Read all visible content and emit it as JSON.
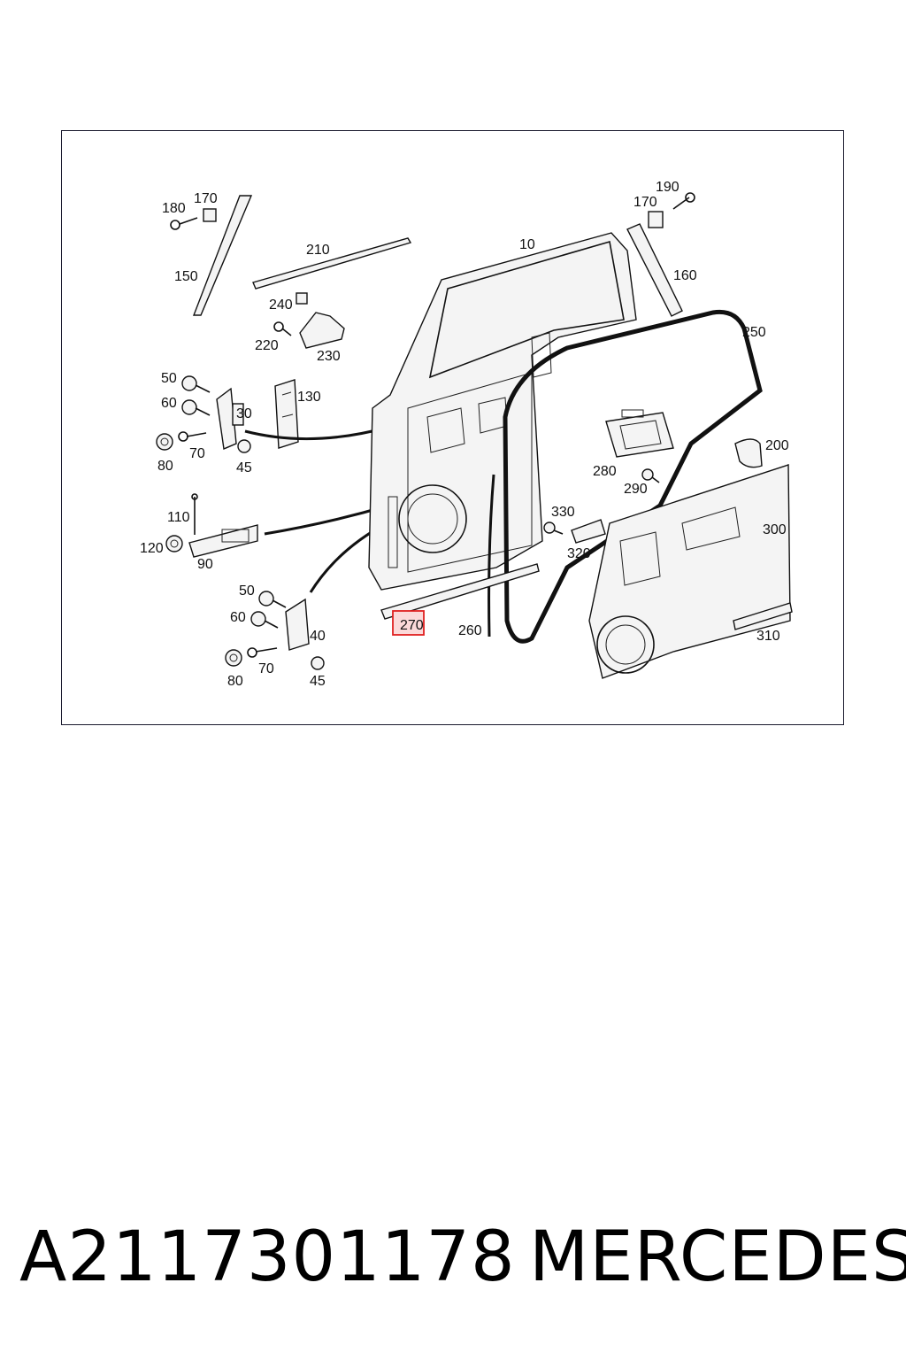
{
  "diagram": {
    "callouts": {
      "c10": "10",
      "c30": "30",
      "c40": "40",
      "c45a": "45",
      "c45b": "45",
      "c50a": "50",
      "c50b": "50",
      "c60a": "60",
      "c60b": "60",
      "c70a": "70",
      "c70b": "70",
      "c80a": "80",
      "c80b": "80",
      "c90": "90",
      "c110": "110",
      "c120": "120",
      "c130": "130",
      "c150": "150",
      "c160": "160",
      "c170a": "170",
      "c170b": "170",
      "c180": "180",
      "c190": "190",
      "c200": "200",
      "c210": "210",
      "c220": "220",
      "c230": "230",
      "c240": "240",
      "c250": "250",
      "c260": "260",
      "c270": "270",
      "c280": "280",
      "c290": "290",
      "c300": "300",
      "c310": "310",
      "c320": "320",
      "c330": "330"
    },
    "highlighted_callout": "270",
    "highlight_color": "#e02020"
  },
  "footer": {
    "part_number": "A2117301178",
    "brand": "MERCEDES"
  }
}
